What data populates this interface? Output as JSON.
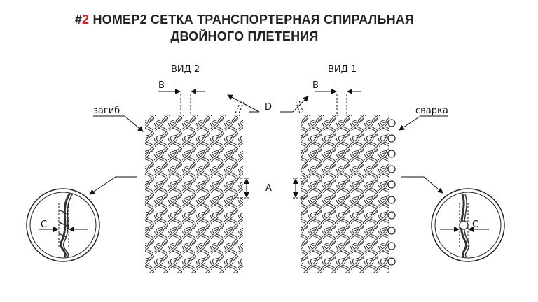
{
  "title": {
    "hash": "#",
    "number": "2",
    "line1_rest": " НОМЕР2 СЕТКА ТРАНСПОРТЕРНАЯ СПИРАЛЬНАЯ",
    "line2": "ДВОЙНОГО ПЛЕТЕНИЯ",
    "accent_color": "#d42027"
  },
  "labels": {
    "view2": "ВИД  2",
    "view1": "ВИД  1",
    "b_left": "B",
    "b_right": "B",
    "d": "D",
    "a": "A",
    "bend": "загиб",
    "weld": "сварка",
    "c_left": "C",
    "c_right": "C"
  }
}
